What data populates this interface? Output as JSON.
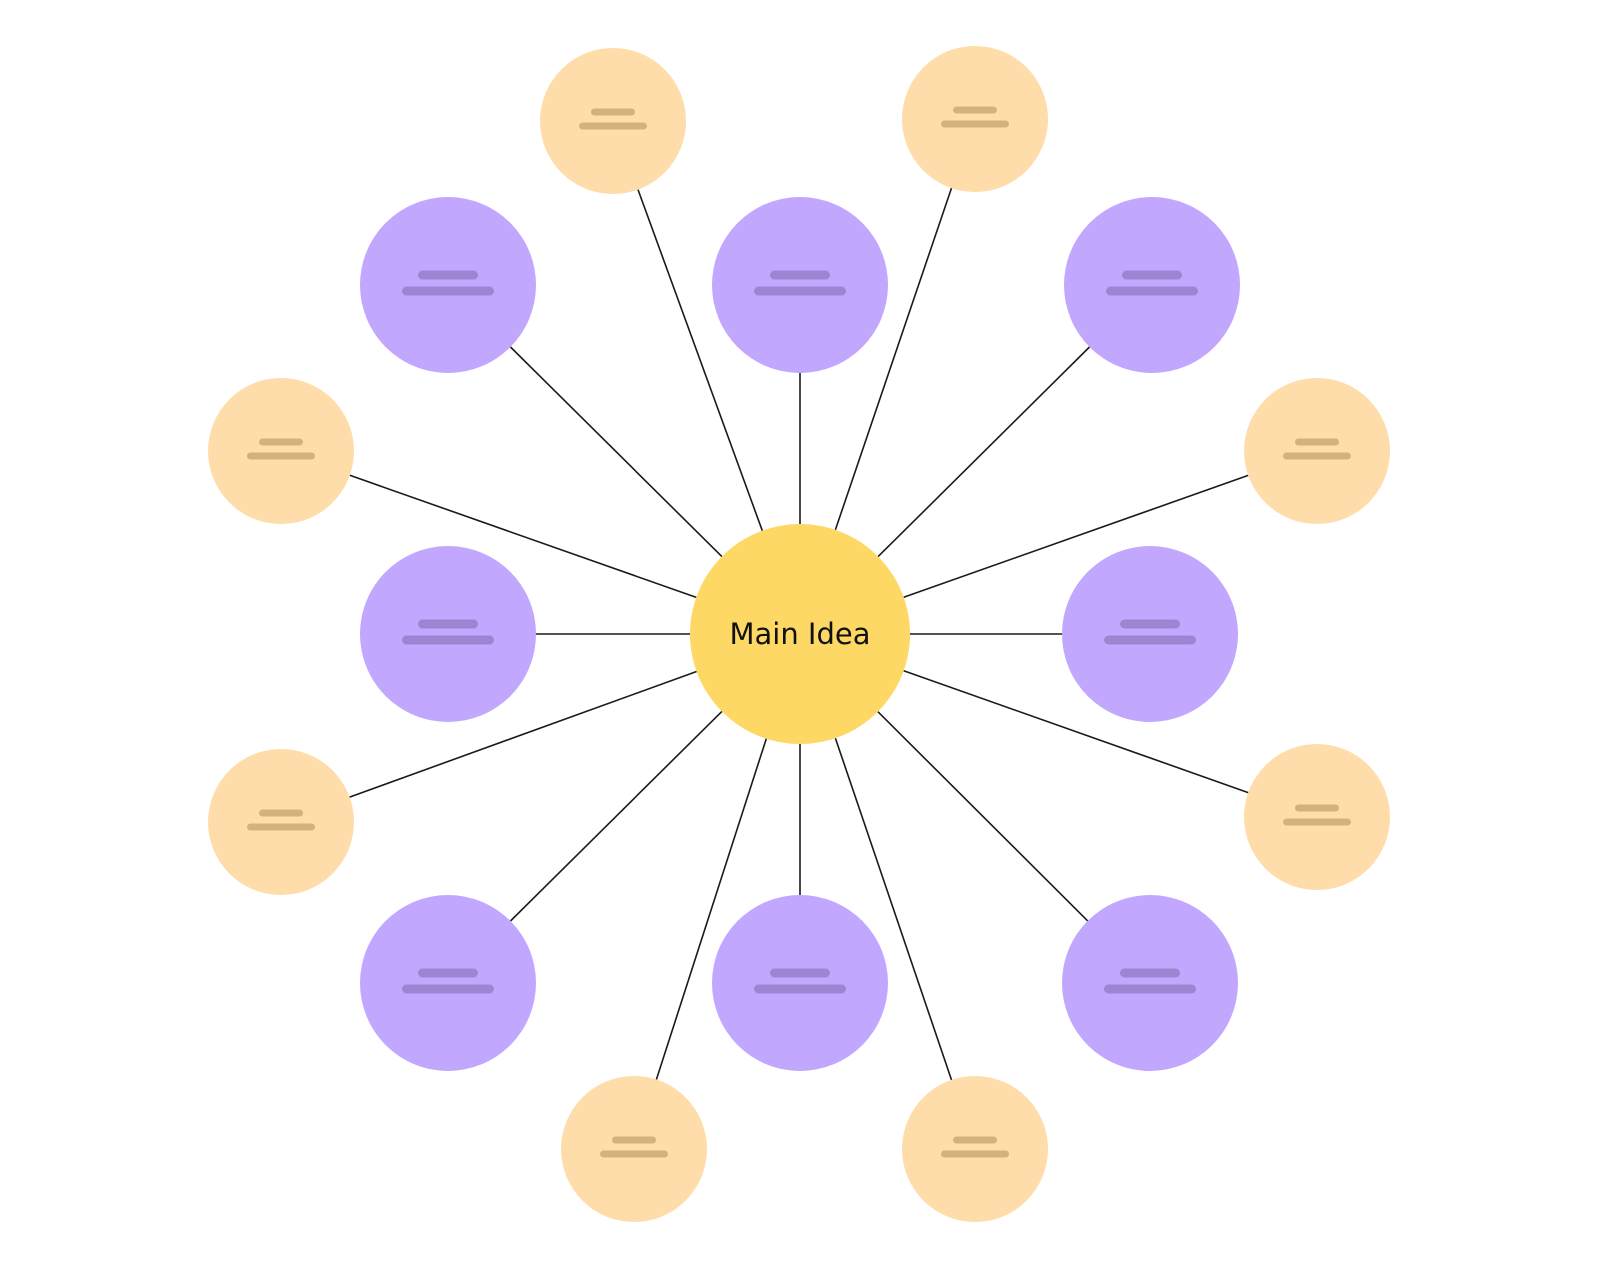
{
  "center": {
    "label": "Main Idea"
  },
  "colors": {
    "background": "#ffffff",
    "center_fill": "#fdd864",
    "center_text": "#111111",
    "primary_fill": "#c1a7fd",
    "primary_placeholder": "#9c86d2",
    "secondary_fill": "#feddaa",
    "secondary_placeholder": "#d2b27e",
    "connector": "#1a1a1a"
  },
  "nodes": [
    {
      "id": "top-left",
      "tier": "primary"
    },
    {
      "id": "top",
      "tier": "primary"
    },
    {
      "id": "top-right",
      "tier": "primary"
    },
    {
      "id": "left",
      "tier": "primary"
    },
    {
      "id": "right",
      "tier": "primary"
    },
    {
      "id": "bottom-left",
      "tier": "primary"
    },
    {
      "id": "bottom",
      "tier": "primary"
    },
    {
      "id": "bottom-right",
      "tier": "primary"
    },
    {
      "id": "top-left-upper",
      "tier": "secondary"
    },
    {
      "id": "top-right-upper",
      "tier": "secondary"
    },
    {
      "id": "left-upper",
      "tier": "secondary"
    },
    {
      "id": "right-upper",
      "tier": "secondary"
    },
    {
      "id": "left-lower",
      "tier": "secondary"
    },
    {
      "id": "right-lower",
      "tier": "secondary"
    },
    {
      "id": "bottom-left-lower",
      "tier": "secondary"
    },
    {
      "id": "bottom-right-lower",
      "tier": "secondary"
    }
  ]
}
